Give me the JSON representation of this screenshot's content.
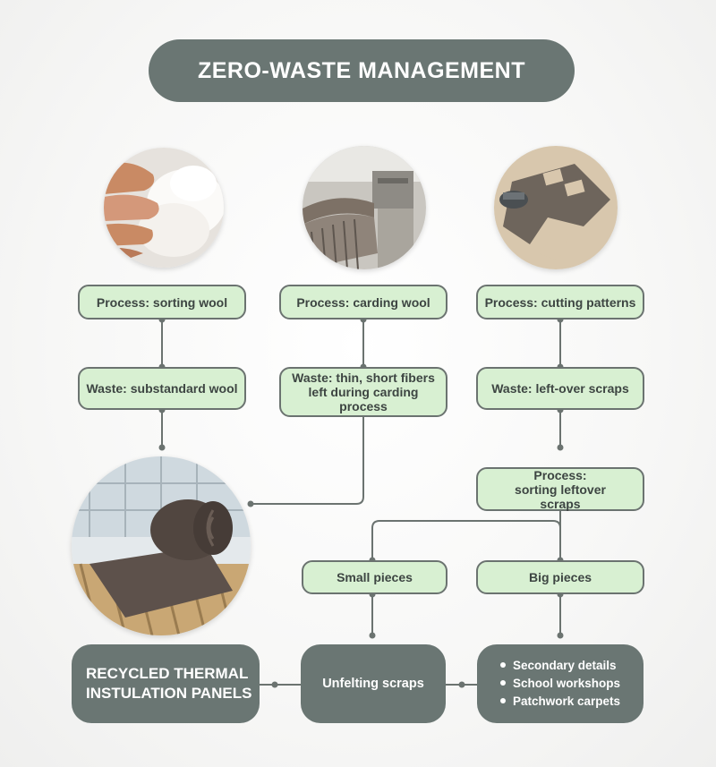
{
  "title": "ZERO-WASTE MANAGEMENT",
  "photos": [
    {
      "icon": "wool-hands-photo"
    },
    {
      "icon": "carding-machine-photo"
    },
    {
      "icon": "felt-cutting-photo"
    },
    {
      "icon": "insulation-roll-photo"
    }
  ],
  "processes": [
    "Process: sorting wool",
    "Process: carding wool",
    "Process: cutting patterns"
  ],
  "wastes": [
    "Waste: substandard wool",
    "Waste: thin, short fibers left during carding process",
    "Waste: left-over scraps"
  ],
  "sorting_leftover": "Process: sorting leftover scraps",
  "pieces": {
    "small": "Small pieces",
    "big": "Big pieces"
  },
  "final": {
    "panels": "RECYCLED THERMAL INSTULATION PANELS",
    "unfelting": "Unfelting scraps",
    "uses": [
      "Secondary details",
      "School workshops",
      "Patchwork carpets"
    ]
  },
  "colors": {
    "box_fill": "#d8f0d2",
    "box_border": "#6b7370",
    "dark": "#6a7673",
    "connector": "#6b7370"
  }
}
